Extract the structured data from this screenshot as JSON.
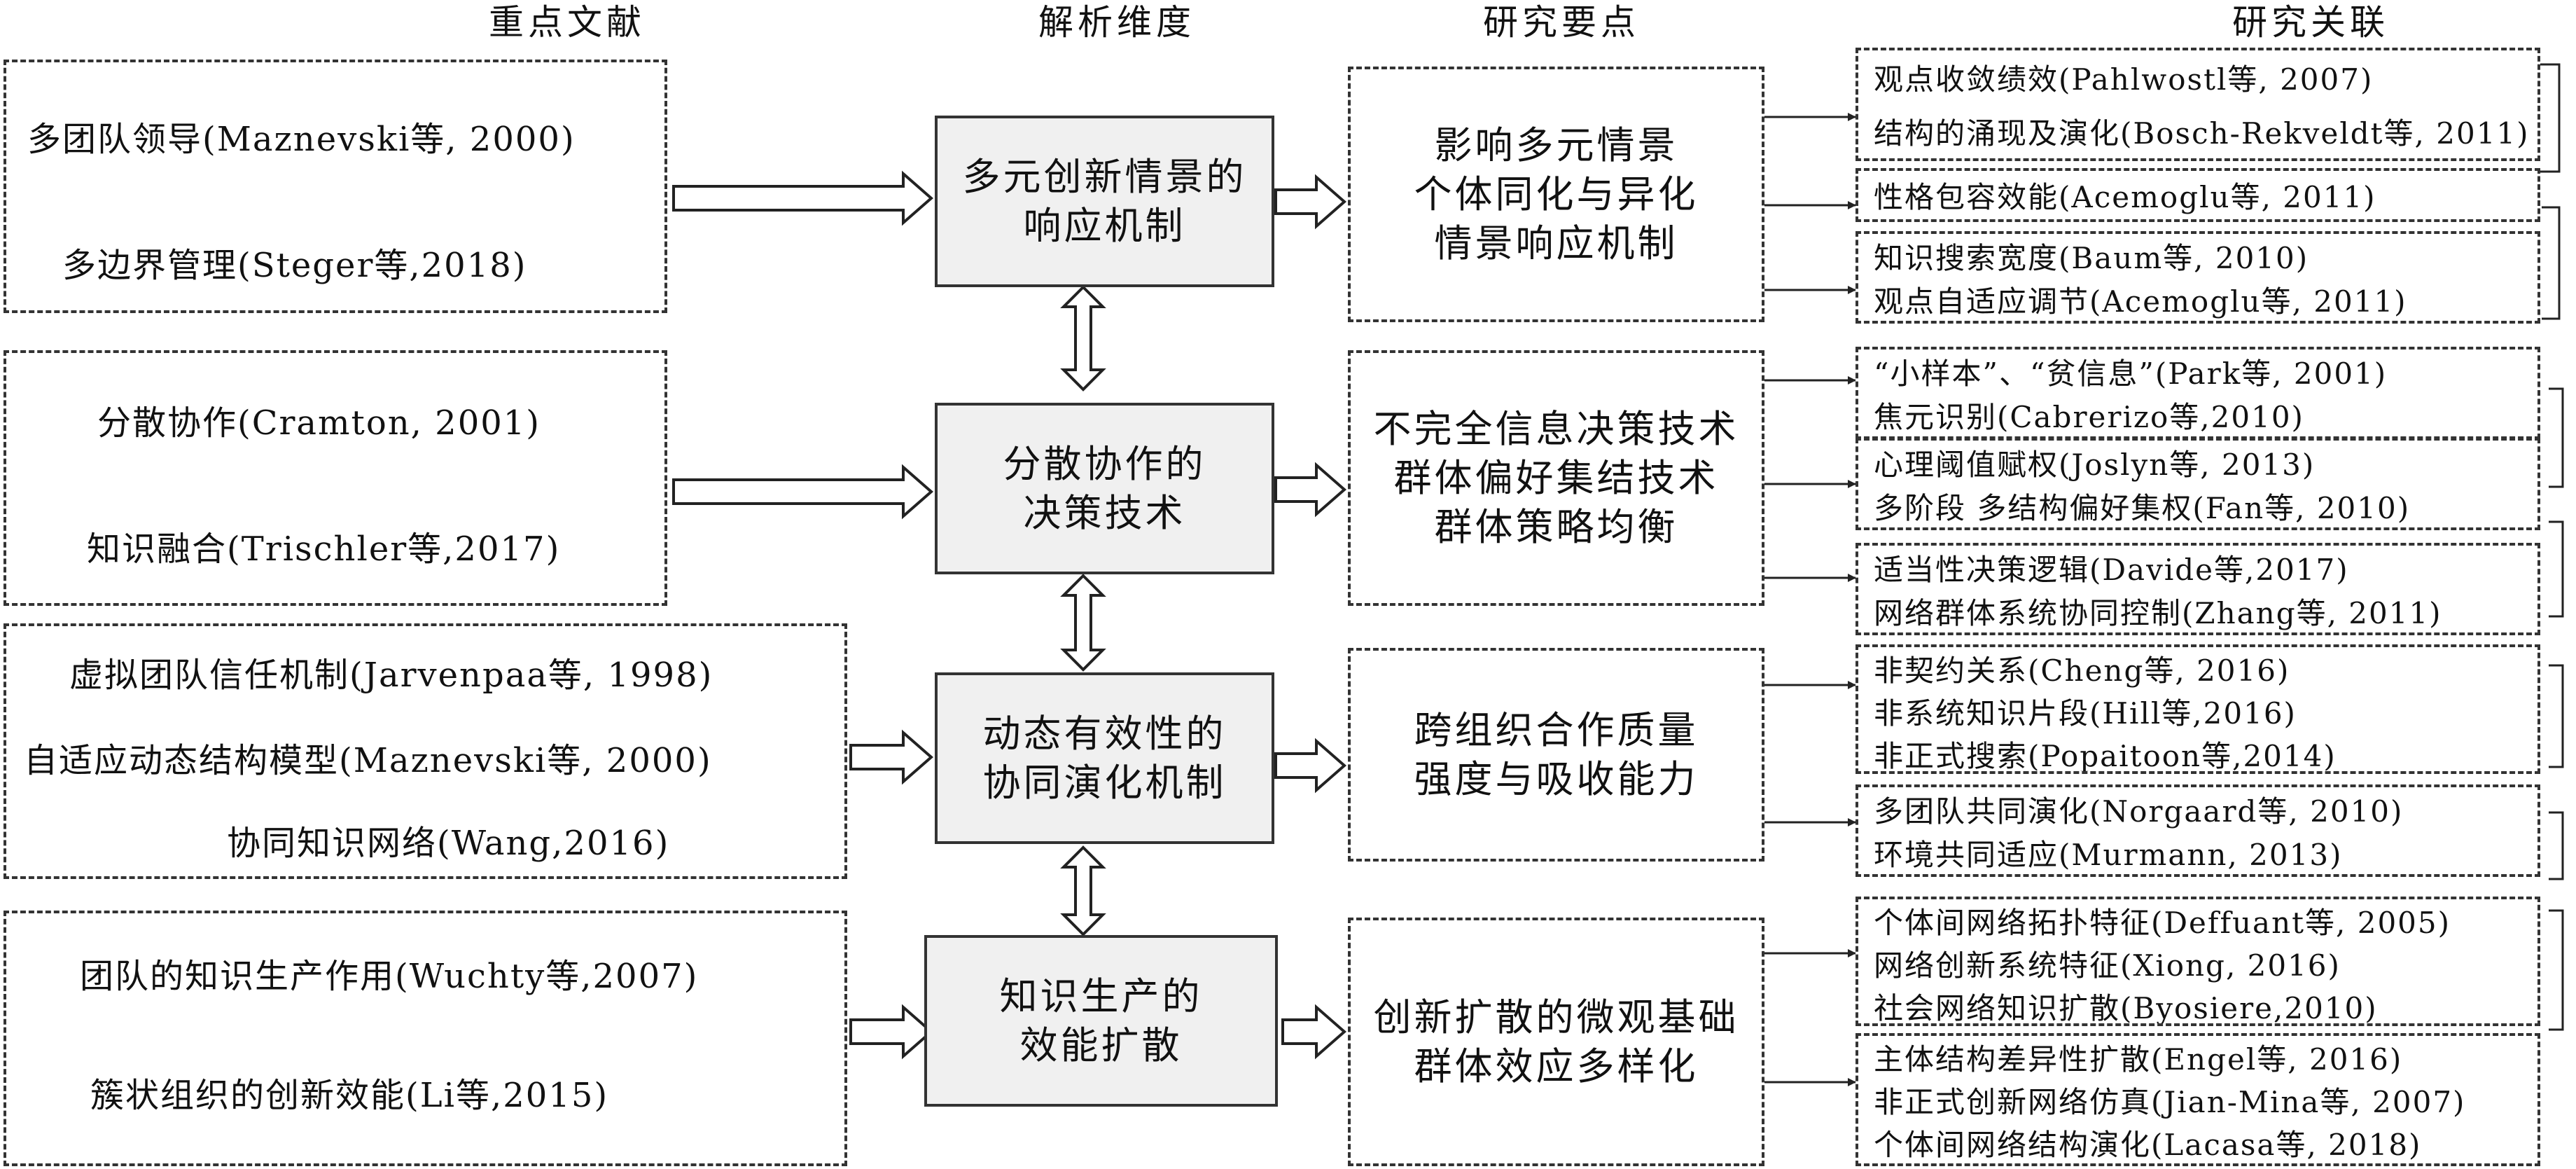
{
  "headers": {
    "literature": "重点文献",
    "dimension": "解析维度",
    "points": "研究要点",
    "relations": "研究关联"
  },
  "rows": [
    {
      "literature": [
        "多团队领导(Maznevski等, 2000)",
        "多边界管理(Steger等,2018)"
      ],
      "mechanism": [
        "多元创新情景的",
        "响应机制"
      ],
      "points": [
        "影响多元情景",
        "个体同化与异化",
        "情景响应机制"
      ],
      "relations": [
        [
          "观点收敛绩效(Pahlwostl等, 2007)",
          "结构的涌现及演化(Bosch-Rekveldt等, 2011)"
        ],
        [
          "性格包容效能(Acemoglu等, 2011)"
        ],
        [
          "知识搜索宽度(Baum等, 2010)",
          "观点自适应调节(Acemoglu等, 2011)"
        ]
      ]
    },
    {
      "literature": [
        "分散协作(Cramton, 2001)",
        "知识融合(Trischler等,2017)"
      ],
      "mechanism": [
        "分散协作的",
        "决策技术"
      ],
      "points": [
        "不完全信息决策技术",
        "群体偏好集结技术",
        "群体策略均衡"
      ],
      "relations": [
        [
          "“小样本”、“贫信息”(Park等, 2001)",
          "焦元识别(Cabrerizo等,2010)"
        ],
        [
          "心理阈值赋权(Joslyn等, 2013)",
          "多阶段 多结构偏好集权(Fan等, 2010)"
        ],
        [
          "适当性决策逻辑(Davide等,2017)",
          "网络群体系统协同控制(Zhang等, 2011)"
        ]
      ]
    },
    {
      "literature": [
        "虚拟团队信任机制(Jarvenpaa等, 1998)",
        "自适应动态结构模型(Maznevski等, 2000)",
        "协同知识网络(Wang,2016)"
      ],
      "mechanism": [
        "动态有效性的",
        "协同演化机制"
      ],
      "points": [
        "跨组织合作质量",
        "强度与吸收能力"
      ],
      "relations": [
        [
          "非契约关系(Cheng等, 2016)",
          "非系统知识片段(Hill等,2016)",
          "非正式搜索(Popaitoon等,2014)"
        ],
        [
          "多团队共同演化(Norgaard等, 2010)",
          "环境共同适应(Murmann, 2013)"
        ]
      ]
    },
    {
      "literature": [
        "团队的知识生产作用(Wuchty等,2007)",
        "簇状组织的创新效能(Li等,2015)"
      ],
      "mechanism": [
        "知识生产的",
        "效能扩散"
      ],
      "points": [
        "创新扩散的微观基础",
        "群体效应多样化"
      ],
      "relations": [
        [
          "个体间网络拓扑特征(Deffuant等, 2005)",
          "网络创新系统特征(Xiong, 2016)",
          "社会网络知识扩散(Byosiere,2010)"
        ],
        [
          "主体结构差异性扩散(Engel等, 2016)",
          "非正式创新网络仿真(Jian-Mina等, 2007)",
          "个体间网络结构演化(Lacasa等, 2018)"
        ]
      ]
    }
  ]
}
